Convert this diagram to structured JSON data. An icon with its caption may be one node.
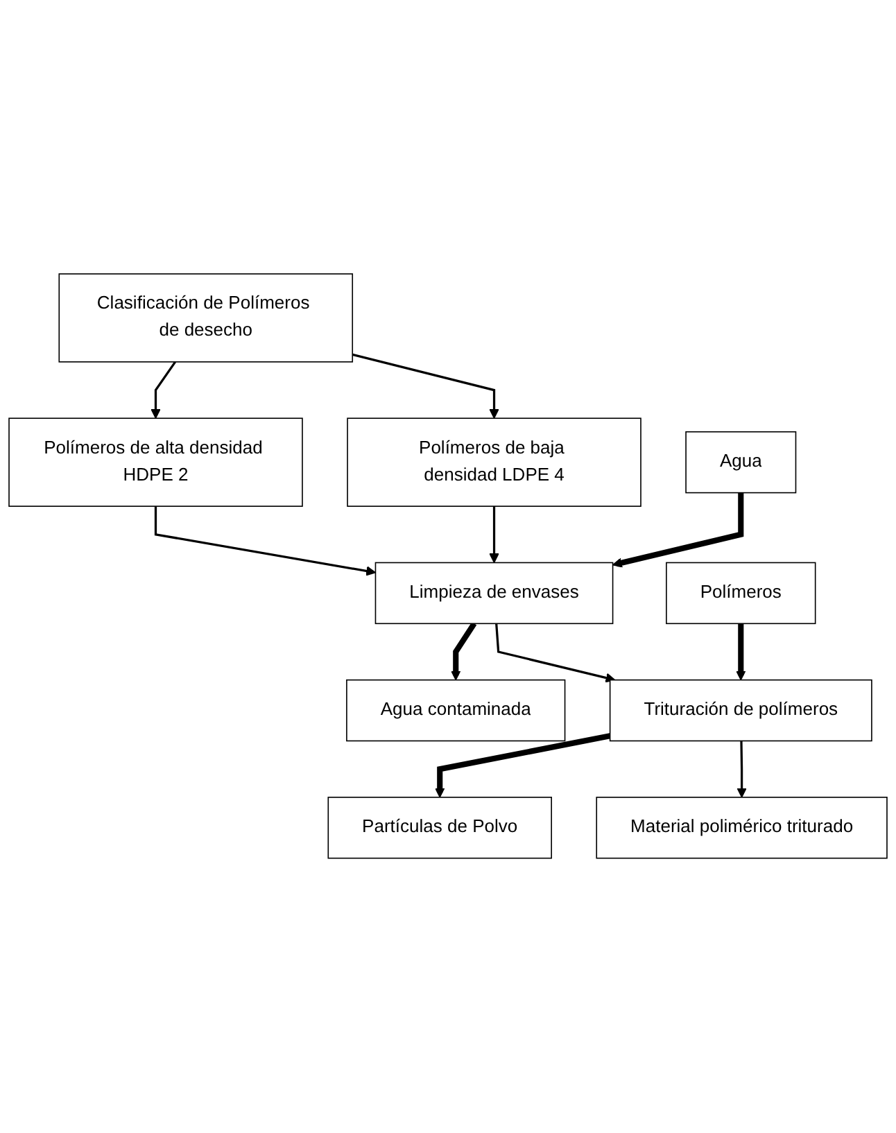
{
  "diagram": {
    "nodes": [
      {
        "text": [
          "Clasificación de Polímeros de desecho"
        ]
      },
      {
        "text": [
          "Polímeros de alta densidad HDPE 2"
        ]
      },
      {
        "text": [
          "Polímeros de baja densidad LDPE 4"
        ]
      },
      {
        "text": [
          "Agua"
        ]
      },
      {
        "text": [
          "Limpieza de envases"
        ]
      },
      {
        "text": [
          "Agua contaminada"
        ]
      },
      {
        "text": [
          "Polímeros"
        ]
      },
      {
        "text": [
          "Trituración de polímeros"
        ]
      },
      {
        "text": [
          "Partículas de Polvo"
        ]
      },
      {
        "text": [
          "Material polimérico triturado"
        ]
      }
    ],
    "edges": [
      {
        "from": 0,
        "to": 1,
        "arrow": "to"
      },
      {
        "from": 0,
        "to": 2,
        "arrow": "to"
      },
      {
        "from": 1,
        "to": 4,
        "arrow": "to"
      },
      {
        "from": 2,
        "to": 4,
        "arrow": "to"
      },
      {
        "from": 3,
        "to": 4,
        "arrow": "to",
        "style": "thick"
      },
      {
        "from": 4,
        "to": 5,
        "arrow": "to",
        "style": "thick"
      },
      {
        "from": 4,
        "to": 7,
        "arrow": "to"
      },
      {
        "from": 6,
        "to": 7,
        "arrow": "to",
        "style": "thick"
      },
      {
        "from": 7,
        "to": 8,
        "arrow": "to",
        "style": "thick"
      },
      {
        "from": 7,
        "to": 9,
        "arrow": "to"
      }
    ]
  }
}
